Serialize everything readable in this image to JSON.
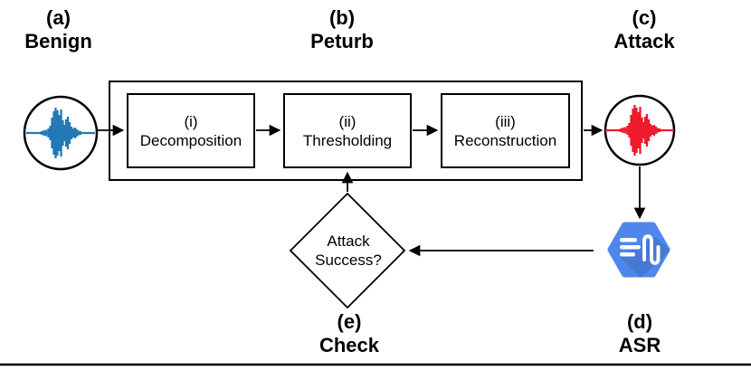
{
  "labels": {
    "a": {
      "tag": "(a)",
      "title": "Benign"
    },
    "b": {
      "tag": "(b)",
      "title": "Peturb"
    },
    "c": {
      "tag": "(c)",
      "title": "Attack"
    },
    "d": {
      "tag": "(d)",
      "title": "ASR"
    },
    "e": {
      "tag": "(e)",
      "title": "Check"
    }
  },
  "stages": [
    {
      "numeral": "(i)",
      "label": "Decomposition"
    },
    {
      "numeral": "(ii)",
      "label": "Thresholding"
    },
    {
      "numeral": "(iii)",
      "label": "Reconstruction"
    }
  ],
  "decision": {
    "line1": "Attack",
    "line2": "Success?"
  },
  "icons": {
    "benign": "blue-audio-waveform-icon",
    "attack": "red-audio-waveform-icon",
    "asr": "speech-recognition-hexagon-icon"
  },
  "colors": {
    "benign_waveform": "#2379b6",
    "attack_waveform": "#ed1b2c",
    "asr_hexagon": "#4e86ec",
    "line": "#000000"
  }
}
